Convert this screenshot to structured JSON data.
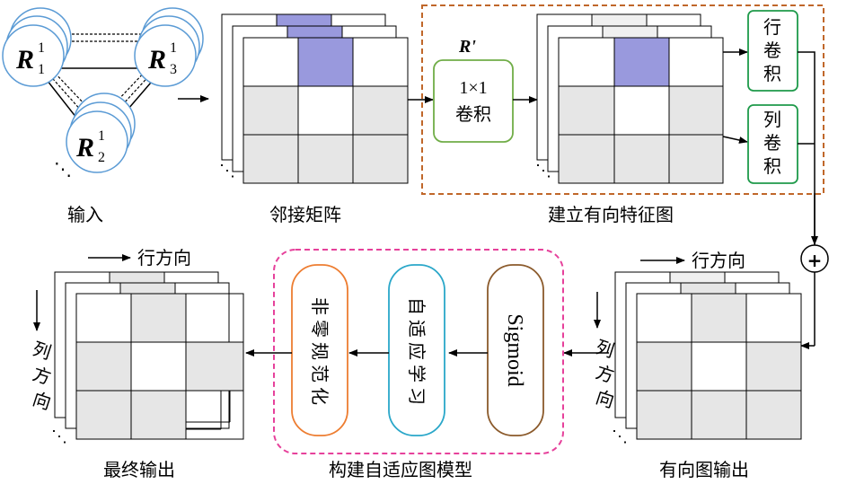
{
  "input": {
    "caption": "输入",
    "nodes": [
      {
        "base": "R",
        "sup": "1",
        "sub": "1"
      },
      {
        "base": "R",
        "sup": "1",
        "sub": "3"
      },
      {
        "base": "R",
        "sup": "1",
        "sub": "2"
      }
    ],
    "ellipsis": "⋱"
  },
  "adjacency": {
    "caption": "邻接矩阵"
  },
  "directed_graph": {
    "caption": "建立有向特征图",
    "r_prime": "R'",
    "conv_1x1_line1": "1×1",
    "conv_1x1_line2": "卷积",
    "row_conv": [
      "行",
      "卷",
      "积"
    ],
    "col_conv": [
      "列",
      "卷",
      "积"
    ]
  },
  "sum_symbol": "+",
  "directed_output": {
    "caption": "有向图输出",
    "row_dir": "行方向",
    "col_dir": [
      "列",
      "方",
      "向"
    ]
  },
  "adaptive": {
    "caption": "构建自适应图模型",
    "sigmoid": "Sigmoid",
    "adaptive_learning": [
      "自",
      "适",
      "应",
      "学",
      "习"
    ],
    "nonzero_norm": [
      "非",
      "零",
      "规",
      "范",
      "化"
    ]
  },
  "final": {
    "caption": "最终输出",
    "row_dir": "行方向",
    "col_dir": [
      "列",
      "方",
      "向"
    ]
  },
  "colors": {
    "node_stroke": "#5b9bd5",
    "highlight": "#9999dd",
    "cell_gray": "#e6e6e6",
    "dashed_box": "#c0672a",
    "green": "#70ad47",
    "pink_dashed": "#e6419b",
    "orange": "#ed7d31",
    "cyan": "#2aa7c9",
    "brown": "#8b5a2b"
  }
}
